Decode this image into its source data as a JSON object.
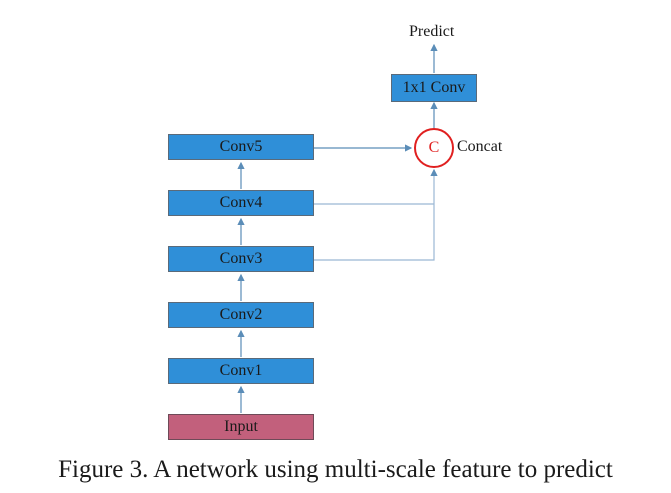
{
  "diagram": {
    "layers": [
      {
        "id": "conv5",
        "label": "Conv5"
      },
      {
        "id": "conv4",
        "label": "Conv4"
      },
      {
        "id": "conv3",
        "label": "Conv3"
      },
      {
        "id": "conv2",
        "label": "Conv2"
      },
      {
        "id": "conv1",
        "label": "Conv1"
      },
      {
        "id": "input",
        "label": "Input"
      }
    ],
    "head": {
      "conv_label": "1x1 Conv",
      "concat_symbol": "C",
      "concat_label": "Concat",
      "output_label": "Predict"
    },
    "edges": [
      [
        "input",
        "conv1"
      ],
      [
        "conv1",
        "conv2"
      ],
      [
        "conv2",
        "conv3"
      ],
      [
        "conv3",
        "conv4"
      ],
      [
        "conv4",
        "conv5"
      ],
      [
        "conv5",
        "concat"
      ],
      [
        "conv4",
        "concat"
      ],
      [
        "conv3",
        "concat"
      ],
      [
        "concat",
        "1x1conv"
      ],
      [
        "1x1conv",
        "predict"
      ]
    ],
    "colors": {
      "conv_box": "#2f8fd8",
      "input_box": "#c2607c",
      "concat_circle": "#e02020",
      "arrow": "#5b8db8"
    }
  },
  "caption": "Figure 3. A network using multi-scale feature to predict"
}
